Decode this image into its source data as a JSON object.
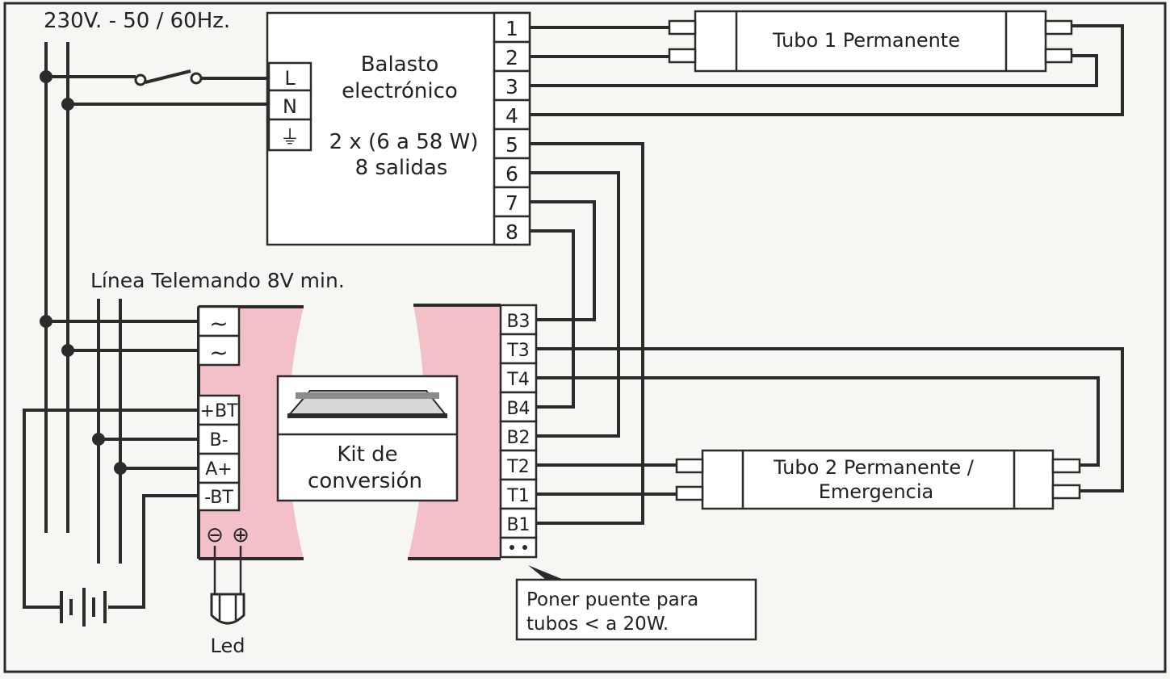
{
  "colors": {
    "background": "#f6f6f3",
    "line": "#2b2b2b",
    "pink_zone": "#f3c0c8"
  },
  "supply_label": "230V. - 50 / 60Hz.",
  "telemando_label": "Línea Telemando 8V min.",
  "ballast": {
    "title_line1": "Balasto",
    "title_line2": "electrónico",
    "spec_line1": "2 x (6 a 58 W)",
    "spec_line2": "8 salidas",
    "input_terminals": [
      "L",
      "N",
      "⏚"
    ],
    "output_terminals": [
      "1",
      "2",
      "3",
      "4",
      "5",
      "6",
      "7",
      "8"
    ]
  },
  "tube1_label": "Tubo 1 Permanente",
  "tube2_label_line1": "Tubo 2 Permanente /",
  "tube2_label_line2": "Emergencia",
  "kit": {
    "label_line1": "Kit de",
    "label_line2": "conversión",
    "left_terminals": [
      "~",
      "~",
      "+BT",
      "B-",
      "A+",
      "-BT"
    ],
    "right_terminals": [
      "B3",
      "T3",
      "T4",
      "B4",
      "B2",
      "T2",
      "T1",
      "B1"
    ],
    "led_terminals": [
      "⊖",
      "⊕"
    ]
  },
  "led_label": "Led",
  "note_line1": "Poner puente para",
  "note_line2": "tubos < a 20W."
}
